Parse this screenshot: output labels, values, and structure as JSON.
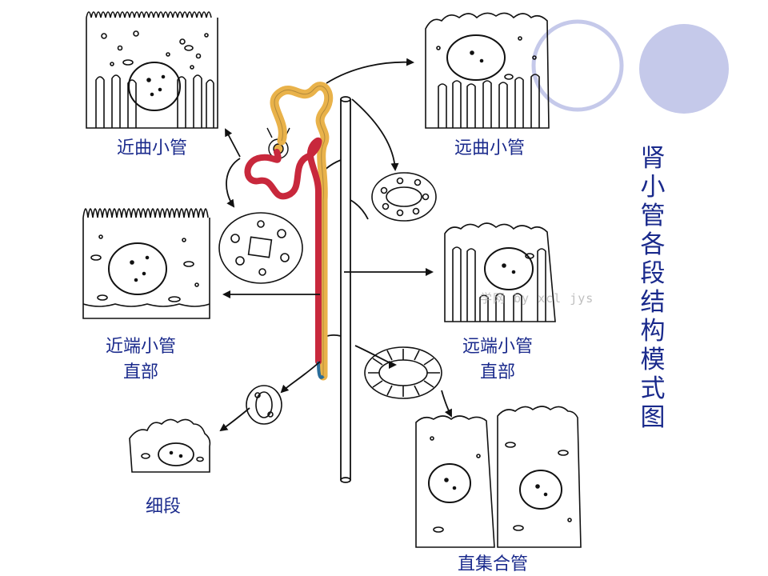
{
  "title_chars": [
    "肾",
    "小",
    "管",
    "各",
    "段",
    "结",
    "构",
    "模",
    "式",
    "图"
  ],
  "labels": {
    "pct": "近曲小管",
    "dct": "远曲小管",
    "pst_line1": "近端小管",
    "pst_line2": "直部",
    "dst_line1": "远端小管",
    "dst_line2": "直部",
    "thin": "细段",
    "cd": "直集合管"
  },
  "watermark": "学网 by xcl  jys",
  "colors": {
    "label": "#1a2a8c",
    "deco_circle": "#c5c9ea",
    "proximal_tubule": "#e9b24a",
    "distal_tubule": "#c8283c",
    "ink": "#1a1a1a"
  }
}
